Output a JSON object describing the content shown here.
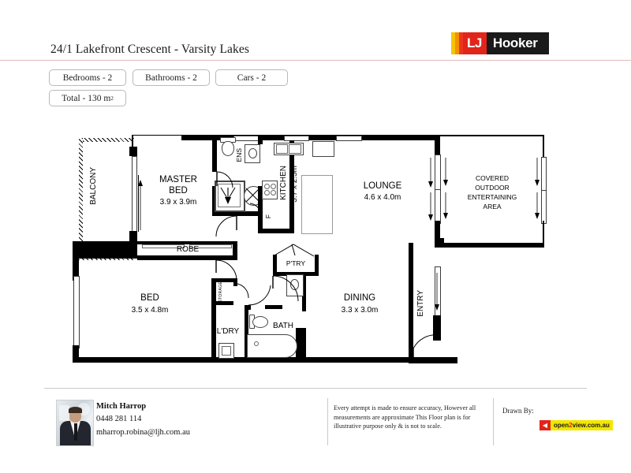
{
  "header": {
    "title": "24/1 Lakefront Crescent - Varsity Lakes",
    "logo": {
      "lj": "LJ",
      "hooker": "Hooker"
    }
  },
  "info_chips": [
    {
      "label": "Bedrooms -  2"
    },
    {
      "label": "Bathrooms -  2"
    },
    {
      "label": "Cars -  2"
    },
    {
      "label": "Total -  130  m",
      "superscript": "2"
    }
  ],
  "floorplan": {
    "rooms": [
      {
        "name": "BALCONY",
        "dimensions": ""
      },
      {
        "name": "MASTER",
        "name2": "BED",
        "dimensions": "3.9 x 3.9m"
      },
      {
        "name": "ENS",
        "dimensions": ""
      },
      {
        "name": "KITCHEN",
        "dimensions": "3.7 x 2.5m"
      },
      {
        "name": "LOUNGE",
        "dimensions": "4.6 x 4.0m"
      },
      {
        "name": "COVERED",
        "name2": "OUTDOOR",
        "name3": "ENTERTAINING",
        "name4": "AREA",
        "dimensions": ""
      },
      {
        "name": "ROBE",
        "dimensions": ""
      },
      {
        "name": "BED",
        "dimensions": "3.5 x 4.8m"
      },
      {
        "name": "STORAGE",
        "dimensions": ""
      },
      {
        "name": "L'DRY",
        "dimensions": ""
      },
      {
        "name": "P'TRY",
        "dimensions": ""
      },
      {
        "name": "BATH",
        "dimensions": ""
      },
      {
        "name": "DINING",
        "dimensions": "3.3 x 3.0m"
      },
      {
        "name": "ENTRY",
        "dimensions": ""
      }
    ],
    "labels": {
      "balcony": "BALCONY",
      "master_1": "MASTER",
      "master_2": "BED",
      "master_dim": "3.9 x 3.9m",
      "ens": "ENS",
      "fridge": "F",
      "kitchen": "KITCHEN",
      "kitchen_dim": "3.7 x 2.5m",
      "lounge": "LOUNGE",
      "lounge_dim": "4.6 x 4.0m",
      "outdoor_1": "COVERED",
      "outdoor_2": "OUTDOOR",
      "outdoor_3": "ENTERTAINING",
      "outdoor_4": "AREA",
      "robe": "ROBE",
      "bed": "BED",
      "bed_dim": "3.5 x 4.8m",
      "storage": "STORAGE",
      "ldry": "L'DRY",
      "ptry": "P'TRY",
      "bath": "BATH",
      "dining": "DINING",
      "dining_dim": "3.3 x 3.0m",
      "entry": "ENTRY"
    }
  },
  "footer": {
    "agent": {
      "name": "Mitch Harrop",
      "phone": "0448 281 114",
      "email": "mharrop.robina@ljh.com.au"
    },
    "disclaimer": "Every attempt is made to ensure accuracy, However all measurements are approximate This Floor plan is for illustrative purpose only & is not to scale.",
    "drawn_by_label": "Drawn By:",
    "drawn_by_logo": {
      "prefix": "open",
      "two": "2",
      "suffix": "view.com.au"
    }
  },
  "colors": {
    "brand_red": "#e1251b",
    "brand_yellow": "#f5c400",
    "brand_black": "#1a1a1a",
    "rule_pink": "#e3bcbc",
    "wall_black": "#000000"
  }
}
